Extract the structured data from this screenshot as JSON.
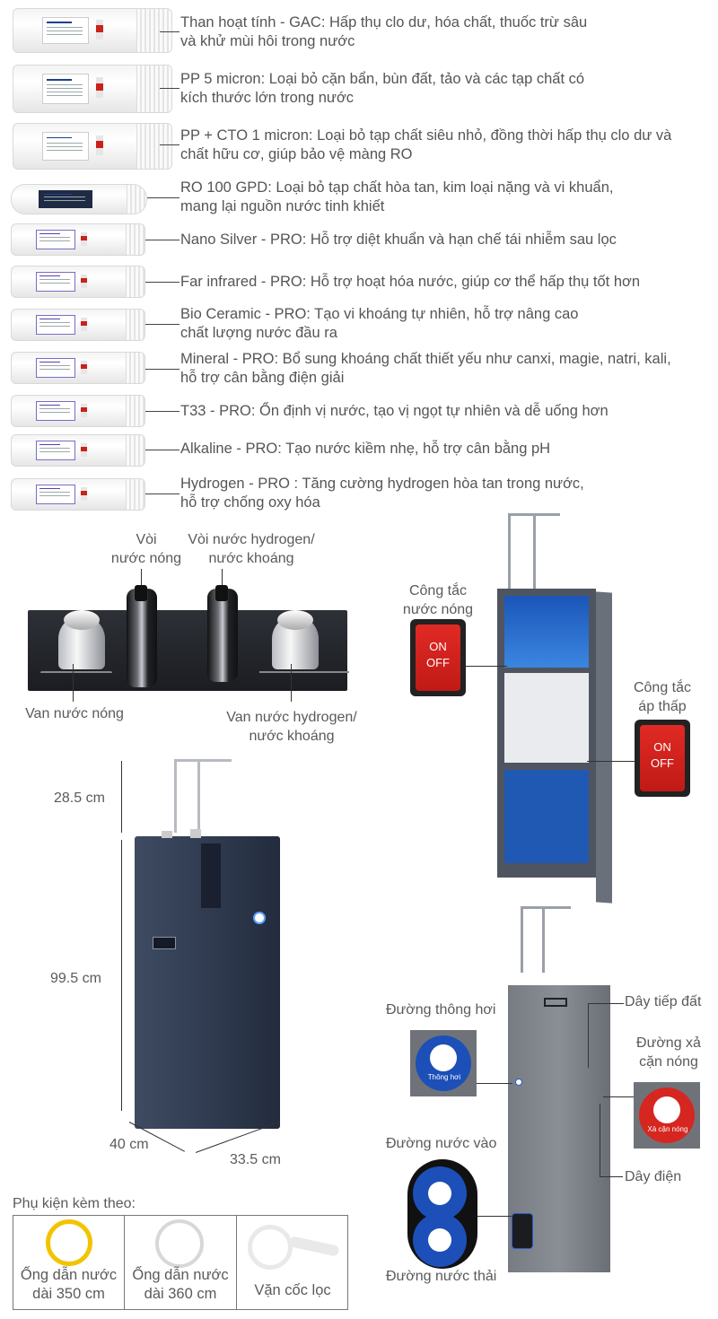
{
  "cartridges": [
    {
      "text": "Than hoạt tính - GAC: Hấp thụ clo dư, hóa chất, thuốc trừ sâu\nvà khử mùi hôi trong nước"
    },
    {
      "text": "PP 5 micron: Loại bỏ cặn bẩn, bùn đất, tảo và các tạp chất có\nkích thước lớn trong nước"
    },
    {
      "text": "PP + CTO 1 micron: Loại bỏ tạp chất siêu nhỏ, đồng thời hấp thụ clo dư và\nchất hữu cơ, giúp bảo vệ màng RO"
    },
    {
      "text": "RO 100 GPD: Loại bỏ tạp chất hòa tan, kim loại nặng và vi khuẩn,\nmang lại nguồn nước tinh khiết"
    },
    {
      "text": "Nano Silver - PRO: Hỗ trợ diệt khuẩn và hạn chế tái nhiễm sau lọc"
    },
    {
      "text": "Far infrared - PRO: Hỗ trợ hoạt hóa nước, giúp cơ thể hấp thụ tốt hơn"
    },
    {
      "text": "Bio Ceramic - PRO: Tạo vi khoáng tự nhiên, hỗ trợ nâng cao\nchất lượng nước đầu ra"
    },
    {
      "text": "Mineral - PRO: Bổ sung khoáng chất thiết yếu như canxi, magie, natri, kali,\nhỗ trợ cân bằng điện giải"
    },
    {
      "text": "T33 - PRO: Ổn định vị nước, tạo vị ngọt tự nhiên và dễ uống hơn"
    },
    {
      "text": "Alkaline - PRO: Tạo nước kiềm nhẹ, hỗ trợ cân bằng pH"
    },
    {
      "text": "Hydrogen - PRO : Tăng cường hydrogen hòa tan trong nước,\nhỗ trợ chống oxy hóa"
    }
  ],
  "faucet": {
    "hot_tap": "Vòi\nnước nóng",
    "hydrogen_tap": "Vòi nước hydrogen/\nnước khoáng",
    "hot_valve": "Van nước nóng",
    "hydrogen_valve": "Van nước hydrogen/\nnước khoáng"
  },
  "cabinet": {
    "hot_switch": "Công tắc\nnước nóng",
    "low_pressure_switch": "Công tắc\náp thấp",
    "switch_on": "ON",
    "switch_off": "OFF"
  },
  "dimensions": {
    "faucet_height": "28.5 cm",
    "body_height": "99.5 cm",
    "depth": "40 cm",
    "width": "33.5 cm"
  },
  "rear": {
    "vent": "Đường thông hơi",
    "ground": "Dây tiếp đất",
    "hot_drain": "Đường xả\ncặn nóng",
    "inlet": "Đường nước vào",
    "power": "Dây điện",
    "waste": "Đường nước thải",
    "vent_badge": "Thông hơi",
    "drain_badge": "Xả cặn nóng"
  },
  "accessories": {
    "title": "Phụ kiện kèm theo:",
    "items": [
      {
        "label": "Ống dẫn nước\ndài 350 cm",
        "color": "#f2c400"
      },
      {
        "label": "Ống dẫn nước\ndài 360 cm",
        "color": "#d8d8d8"
      },
      {
        "label": "Vặn cốc lọc",
        "color": "#e9e9e9"
      }
    ]
  },
  "colors": {
    "cabinet_navy": "#2f3a4f",
    "switch_red": "#d62620",
    "rear_gray": "#6f7379",
    "badge_blue": "#1d4fb8"
  }
}
